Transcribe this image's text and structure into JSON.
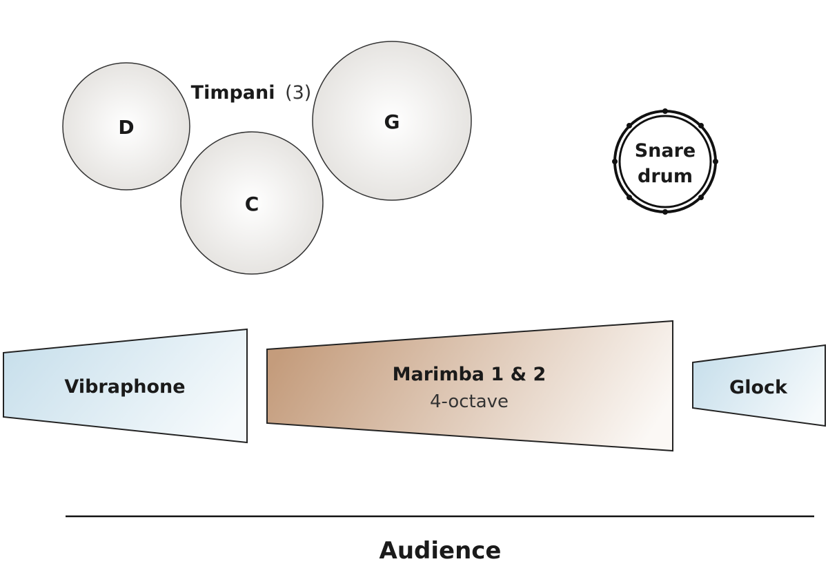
{
  "timpani_group": {
    "label_main": "Timpani",
    "label_count": "(3)",
    "drums": [
      {
        "pitch": "D"
      },
      {
        "pitch": "C"
      },
      {
        "pitch": "G"
      }
    ]
  },
  "snare": {
    "line1": "Snare",
    "line2": "drum"
  },
  "mallets": {
    "vibraphone": {
      "label": "Vibraphone"
    },
    "marimba": {
      "label": "Marimba 1 & 2",
      "sublabel": "4-octave"
    },
    "glock": {
      "label": "Glock"
    }
  },
  "audience": {
    "label": "Audience"
  },
  "colors": {
    "timpani_fill": "#ecebe9",
    "timpani_center": "#ffffff",
    "vibraphone_fill": "#cfe3ee",
    "marimba_fill": "#c9a284",
    "glock_fill": "#cfe3ee",
    "outline": "#222222"
  }
}
